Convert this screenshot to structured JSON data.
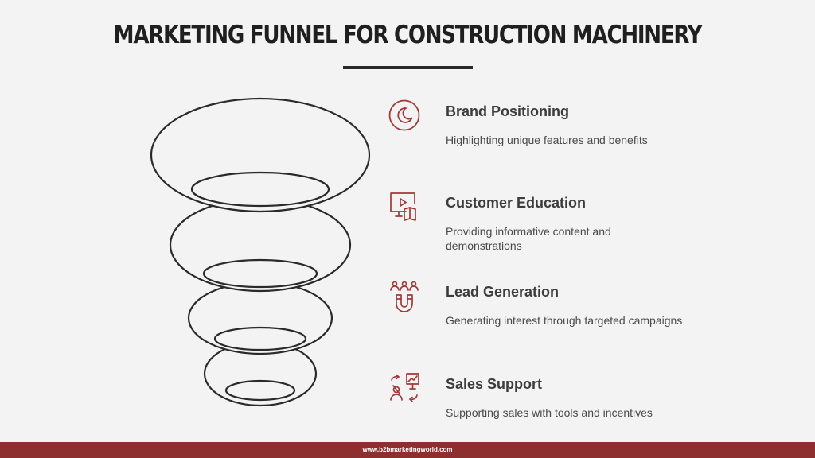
{
  "title": "MARKETING FUNNEL FOR CONSTRUCTION MACHINERY",
  "accent_color": "#a23a3a",
  "stages": [
    {
      "icon": "crescent-moon-icon",
      "heading": "Brand Positioning",
      "description": "Highlighting unique features and benefits"
    },
    {
      "icon": "video-book-icon",
      "heading": "Customer Education",
      "description": "Providing informative content and demonstrations"
    },
    {
      "icon": "magnet-people-icon",
      "heading": "Lead Generation",
      "description": "Generating interest through targeted campaigns"
    },
    {
      "icon": "presentation-chart-icon",
      "heading": "Sales Support",
      "description": "Supporting sales with tools and incentives"
    }
  ],
  "footer": {
    "url": "www.b2bmarketingworld.com"
  }
}
